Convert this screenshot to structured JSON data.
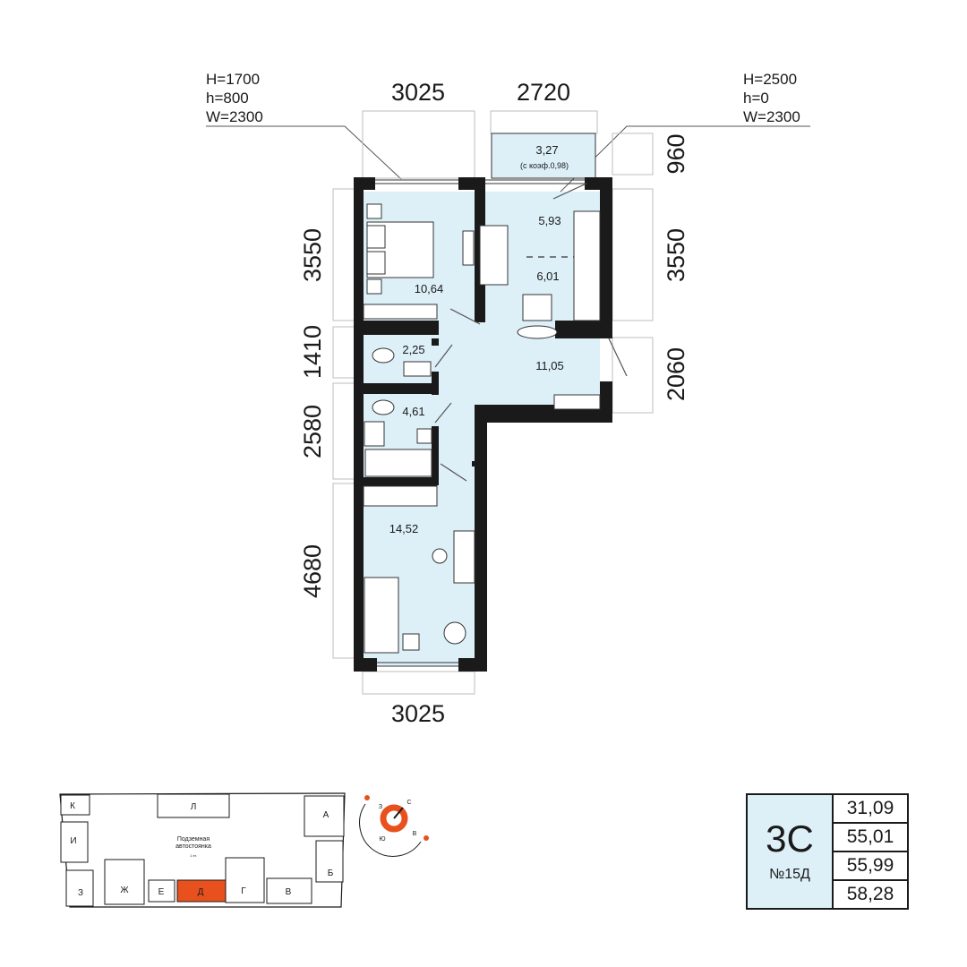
{
  "window_notes": {
    "left": {
      "line1": "H=1700",
      "line2": "h=800",
      "line3": "W=2300"
    },
    "right": {
      "line1": "H=2500",
      "line2": "h=0",
      "line3": "W=2300"
    }
  },
  "dimensions": {
    "top_left": "3025",
    "top_right": "2720",
    "bottom": "3025",
    "left_1": "3550",
    "left_2": "1410",
    "left_3": "2580",
    "left_4": "4680",
    "right_1": "960",
    "right_2": "3550",
    "right_3": "2060"
  },
  "rooms": {
    "balcony_area": "3,27",
    "balcony_coef": "(с коэф.0,98)",
    "kitchen_a": "5,93",
    "kitchen_b": "6,01",
    "bedroom": "10,64",
    "wc": "2,25",
    "bathroom": "4,61",
    "hall": "11,05",
    "room2": "14,52"
  },
  "site_plan": {
    "sections": [
      "К",
      "Л",
      "И",
      "А",
      "З",
      "Ж",
      "Е",
      "Д",
      "Г",
      "В",
      "Б"
    ],
    "highlight": "Д",
    "parking_line1": "Подземная",
    "parking_line2": "автостоянка",
    "parking_line3": "1 эт."
  },
  "compass": {
    "n": "С",
    "s": "Ю",
    "w": "З",
    "e": "В"
  },
  "colors": {
    "room_fill": "#ddf0f8",
    "wall": "#1a1a1a",
    "accent": "#e8511d"
  },
  "apartment": {
    "type": "3С",
    "number": "№15Д",
    "areas": [
      "31,09",
      "55,01",
      "55,99",
      "58,28"
    ]
  }
}
